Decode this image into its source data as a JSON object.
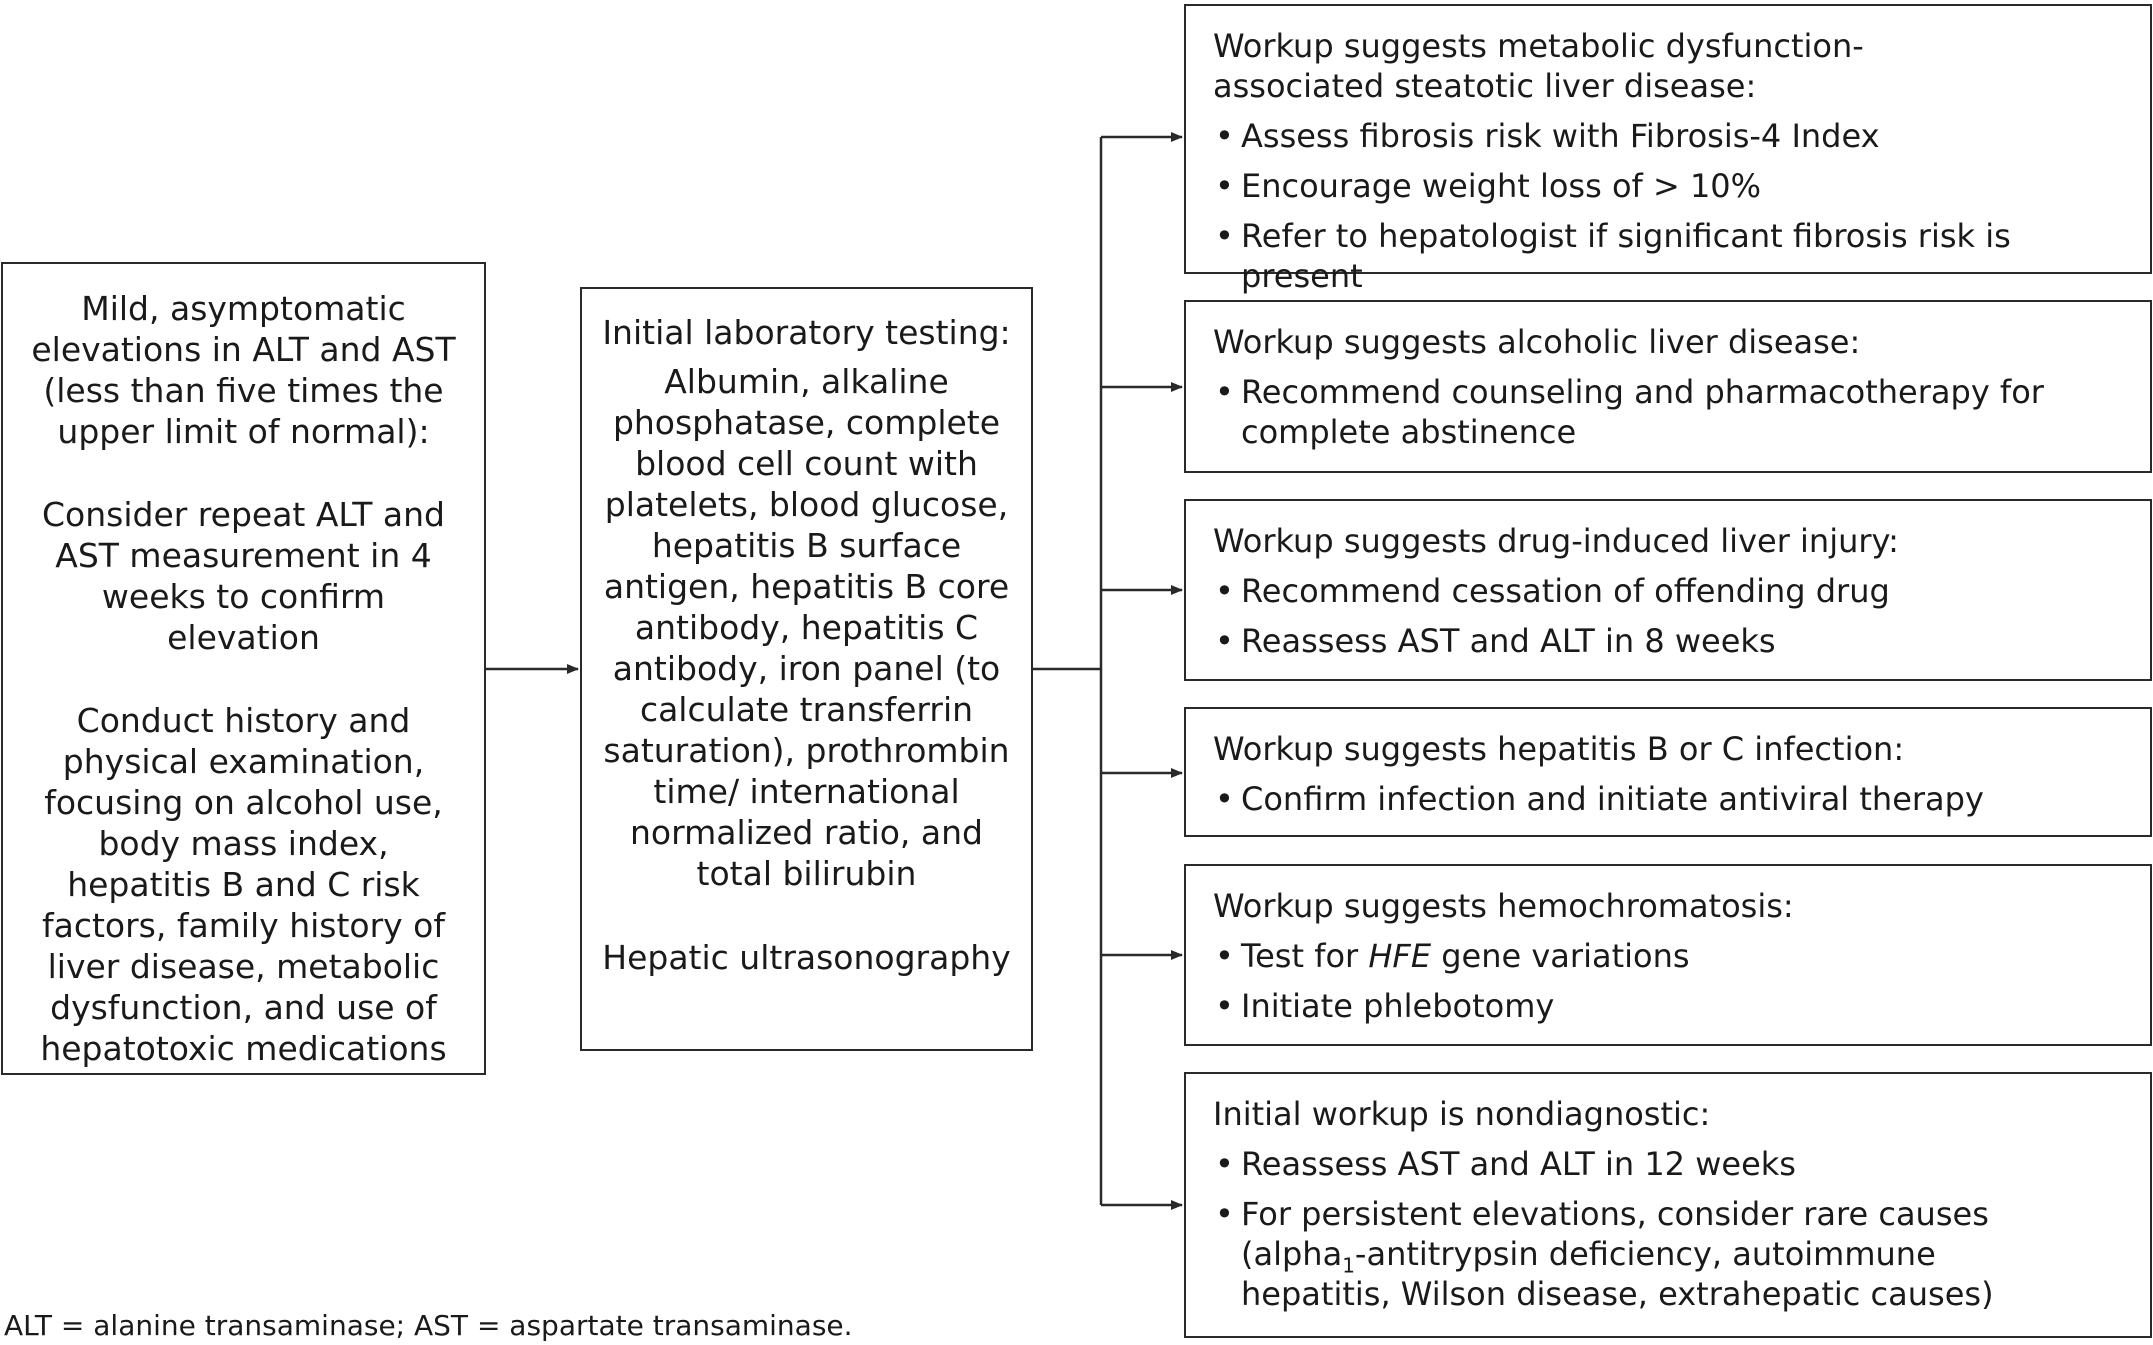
{
  "left_box": {
    "p1": "Mild, asymptomatic elevations in ALT and AST (less than five times the upper limit of normal):",
    "p2": "Consider repeat ALT and AST measurement in 4 weeks to confirm elevation",
    "p3": "Conduct history and physical examination, focusing on alcohol use, body mass index, hepatitis B and C risk factors, family history of liver disease, metabolic dysfunction, and use of hepatotoxic medications"
  },
  "middle_box": {
    "heading": "Initial laboratory testing:",
    "tests": "Albumin, alkaline phosphatase, complete blood cell count with platelets, blood glucose, hepatitis B surface antigen, hepatitis B core antibody, hepatitis C antibody, iron panel (to calculate transferrin saturation), prothrombin time/ international normalized ratio, and total bilirubin",
    "imaging": "Hepatic ultrasonography"
  },
  "outcomes": {
    "masld": {
      "heading": "Workup suggests metabolic dysfunction-associated steatotic liver disease:",
      "b1": "Assess fibrosis risk with Fibrosis-4 Index",
      "b2": "Encourage weight loss of > 10%",
      "b3": "Refer to hepatologist if significant fibrosis risk is present"
    },
    "alcoholic": {
      "heading": "Workup suggests alcoholic liver disease:",
      "b1": "Recommend counseling and pharmacotherapy for complete abstinence"
    },
    "drug": {
      "heading": "Workup suggests drug-induced liver injury:",
      "b1": "Recommend cessation of offending drug",
      "b2": "Reassess AST and ALT in 8 weeks"
    },
    "hepatitis": {
      "heading": "Workup suggests hepatitis B or C infection:",
      "b1": "Confirm infection and initiate antiviral therapy"
    },
    "hemochromatosis": {
      "heading": "Workup suggests hemochromatosis:",
      "b1_pre": "Test for ",
      "b1_gene": "HFE",
      "b1_post": " gene variations",
      "b2": "Initiate phlebotomy"
    },
    "nondiagnostic": {
      "heading": "Initial workup is nondiagnostic:",
      "b1": "Reassess AST and ALT in 12 weeks",
      "b2_a": "For persistent elevations, consider rare causes (alpha",
      "b2_sub": "1",
      "b2_b": "-antitrypsin deficiency, autoimmune hepatitis, Wilson disease, extrahepatic causes)"
    }
  },
  "bullet": "•",
  "footnote": "ALT = alanine transaminase; AST = aspartate transaminase.",
  "colors": {
    "line": "#2a2a2a",
    "text": "#1a1a1a",
    "background": "#ffffff"
  }
}
